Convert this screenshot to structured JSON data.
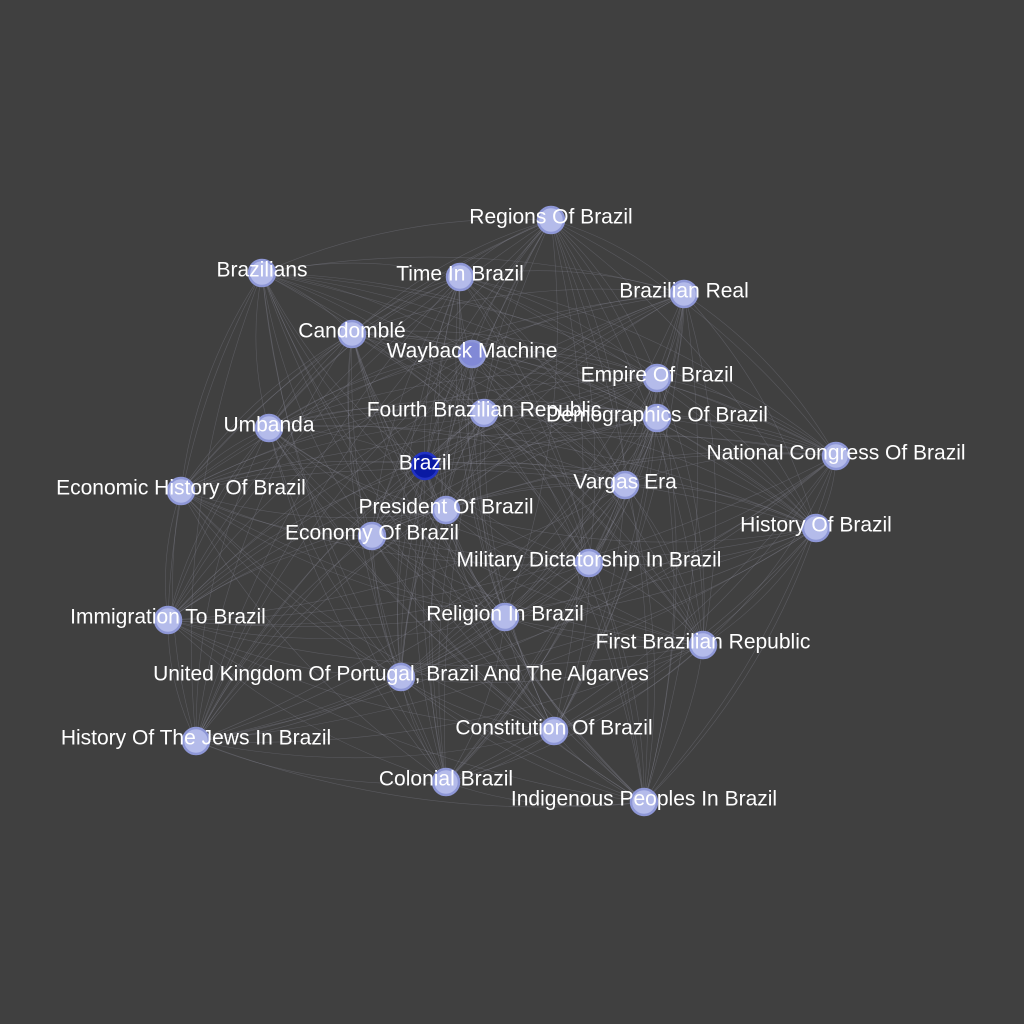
{
  "graph": {
    "background": "#404040",
    "node_fill": "#b4bbea",
    "node_stroke": "#8e97d6",
    "highlight_fill": "#0a1aa3",
    "highlight_stroke": "#2233c4",
    "secondary_fill": "#8189d6",
    "edge_color": "#8d8d9c",
    "nodes": [
      {
        "id": "regions-of-brazil",
        "label": "Regions Of Brazil"
      },
      {
        "id": "brazilians",
        "label": "Brazilians"
      },
      {
        "id": "time-in-brazil",
        "label": "Time In Brazil"
      },
      {
        "id": "brazilian-real",
        "label": "Brazilian Real"
      },
      {
        "id": "candomble",
        "label": "Candomblé"
      },
      {
        "id": "wayback-machine",
        "label": "Wayback Machine",
        "style": "secondary"
      },
      {
        "id": "empire-of-brazil",
        "label": "Empire Of Brazil"
      },
      {
        "id": "fourth-brazilian-republic",
        "label": "Fourth Brazilian Republic"
      },
      {
        "id": "demographics-of-brazil",
        "label": "Demographics Of Brazil"
      },
      {
        "id": "umbanda",
        "label": "Umbanda"
      },
      {
        "id": "national-congress-of-brazil",
        "label": "National Congress Of Brazil"
      },
      {
        "id": "brazil",
        "label": "Brazil",
        "style": "highlight"
      },
      {
        "id": "vargas-era",
        "label": "Vargas Era"
      },
      {
        "id": "economic-history-of-brazil",
        "label": "Economic History Of Brazil"
      },
      {
        "id": "president-of-brazil",
        "label": "President Of Brazil"
      },
      {
        "id": "history-of-brazil",
        "label": "History Of Brazil"
      },
      {
        "id": "economy-of-brazil",
        "label": "Economy Of Brazil"
      },
      {
        "id": "military-dictatorship-in-brazil",
        "label": "Military Dictatorship In Brazil"
      },
      {
        "id": "immigration-to-brazil",
        "label": "Immigration To Brazil"
      },
      {
        "id": "religion-in-brazil",
        "label": "Religion In Brazil"
      },
      {
        "id": "first-brazilian-republic",
        "label": "First Brazilian Republic"
      },
      {
        "id": "united-kingdom-portugal",
        "label": "United Kingdom Of Portugal, Brazil And The Algarves"
      },
      {
        "id": "constitution-of-brazil",
        "label": "Constitution Of Brazil"
      },
      {
        "id": "history-of-the-jews-in-brazil",
        "label": "History Of The Jews In Brazil"
      },
      {
        "id": "colonial-brazil",
        "label": "Colonial Brazil"
      },
      {
        "id": "indigenous-peoples-in-brazil",
        "label": "Indigenous Peoples In Brazil"
      }
    ]
  }
}
